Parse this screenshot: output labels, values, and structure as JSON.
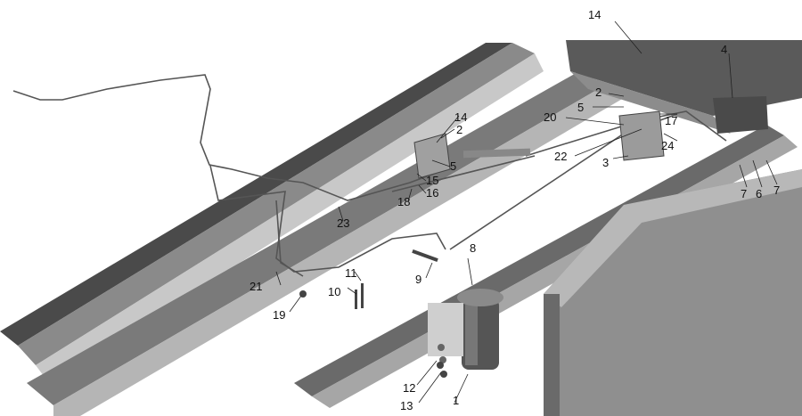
{
  "colors": {
    "background": "#ffffff",
    "frame_dark": "#3a3a3a",
    "frame_mid": "#7d7d7d",
    "frame_light": "#bdbdbd",
    "metal": "#9a9a9a",
    "pipe": "#5a5a5a",
    "label": "#111111"
  },
  "callouts": [
    {
      "id": "c1",
      "text": "1"
    },
    {
      "id": "c2a",
      "text": "2"
    },
    {
      "id": "c2b",
      "text": "2"
    },
    {
      "id": "c3",
      "text": "3"
    },
    {
      "id": "c4",
      "text": "4"
    },
    {
      "id": "c5a",
      "text": "5"
    },
    {
      "id": "c5b",
      "text": "5"
    },
    {
      "id": "c6",
      "text": "6"
    },
    {
      "id": "c7a",
      "text": "7"
    },
    {
      "id": "c7b",
      "text": "7"
    },
    {
      "id": "c8",
      "text": "8"
    },
    {
      "id": "c9",
      "text": "9"
    },
    {
      "id": "c10",
      "text": "10"
    },
    {
      "id": "c11",
      "text": "11"
    },
    {
      "id": "c12",
      "text": "12"
    },
    {
      "id": "c13",
      "text": "13"
    },
    {
      "id": "c14a",
      "text": "14"
    },
    {
      "id": "c14b",
      "text": "14"
    },
    {
      "id": "c15",
      "text": "15"
    },
    {
      "id": "c16",
      "text": "16"
    },
    {
      "id": "c17",
      "text": "17"
    },
    {
      "id": "c18",
      "text": "18"
    },
    {
      "id": "c19",
      "text": "19"
    },
    {
      "id": "c20",
      "text": "20"
    },
    {
      "id": "c21",
      "text": "21"
    },
    {
      "id": "c22",
      "text": "22"
    },
    {
      "id": "c23",
      "text": "23"
    },
    {
      "id": "c24",
      "text": "24"
    }
  ]
}
